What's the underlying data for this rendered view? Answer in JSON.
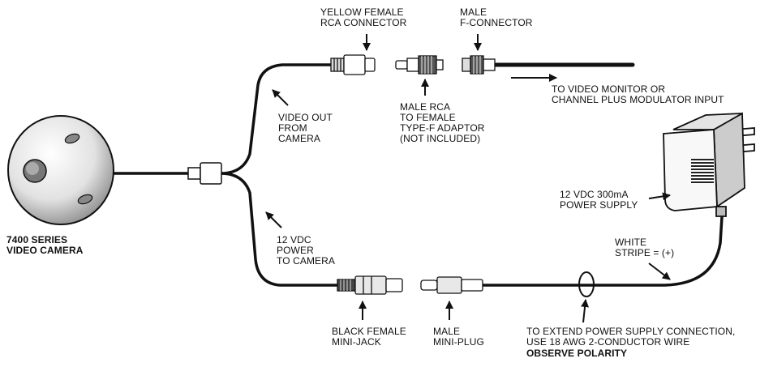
{
  "labels": {
    "yellow_female_rca": "YELLOW FEMALE\nRCA CONNECTOR",
    "male_f_connector": "MALE\nF-CONNECTOR",
    "to_video_monitor": "TO VIDEO MONITOR OR\nCHANNEL PLUS MODULATOR INPUT",
    "video_out": "VIDEO OUT\nFROM\nCAMERA",
    "male_rca_adaptor": "MALE RCA\nTO FEMALE\nTYPE-F ADAPTOR\n(NOT INCLUDED)",
    "power_supply": "12 VDC 300mA\nPOWER SUPPLY",
    "camera": "7400 SERIES\nVIDEO CAMERA",
    "power_to_camera": "12 VDC\nPOWER\nTO CAMERA",
    "white_stripe": "WHITE\nSTRIPE = (+)",
    "black_female_minijack": "BLACK FEMALE\nMINI-JACK",
    "male_miniplug": "MALE\nMINI-PLUG",
    "extend_note": "TO EXTEND POWER SUPPLY CONNECTION,\nUSE 18 AWG 2-CONDUCTOR WIRE",
    "observe_polarity": "OBSERVE POLARITY"
  },
  "colors": {
    "ink": "#111111",
    "fill_light": "#ffffff",
    "fill_gray": "#b8b8b8",
    "fill_dark": "#6a6a6a"
  }
}
